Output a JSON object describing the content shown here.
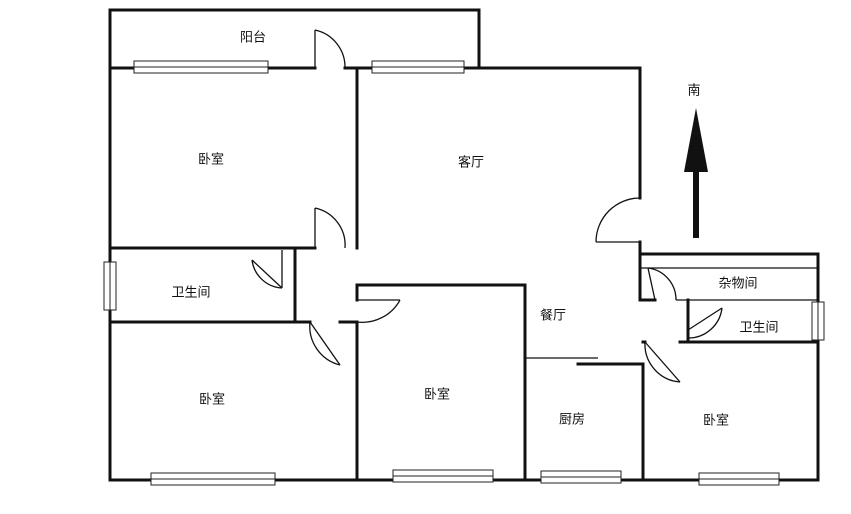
{
  "rooms": {
    "balcony": "阳台",
    "bedroom_nw": "卧室",
    "living_room": "客厅",
    "bathroom_w": "卫生间",
    "dining_room": "餐厅",
    "storage_room": "杂物间",
    "bathroom_e": "卫生间",
    "bedroom_sw": "卧室",
    "bedroom_s": "卧室",
    "kitchen": "厨房",
    "bedroom_se": "卧室"
  },
  "compass": {
    "label": "南",
    "icon": "north-arrow-icon"
  },
  "colors": {
    "wall": "#111111",
    "window": "#ffffff"
  }
}
